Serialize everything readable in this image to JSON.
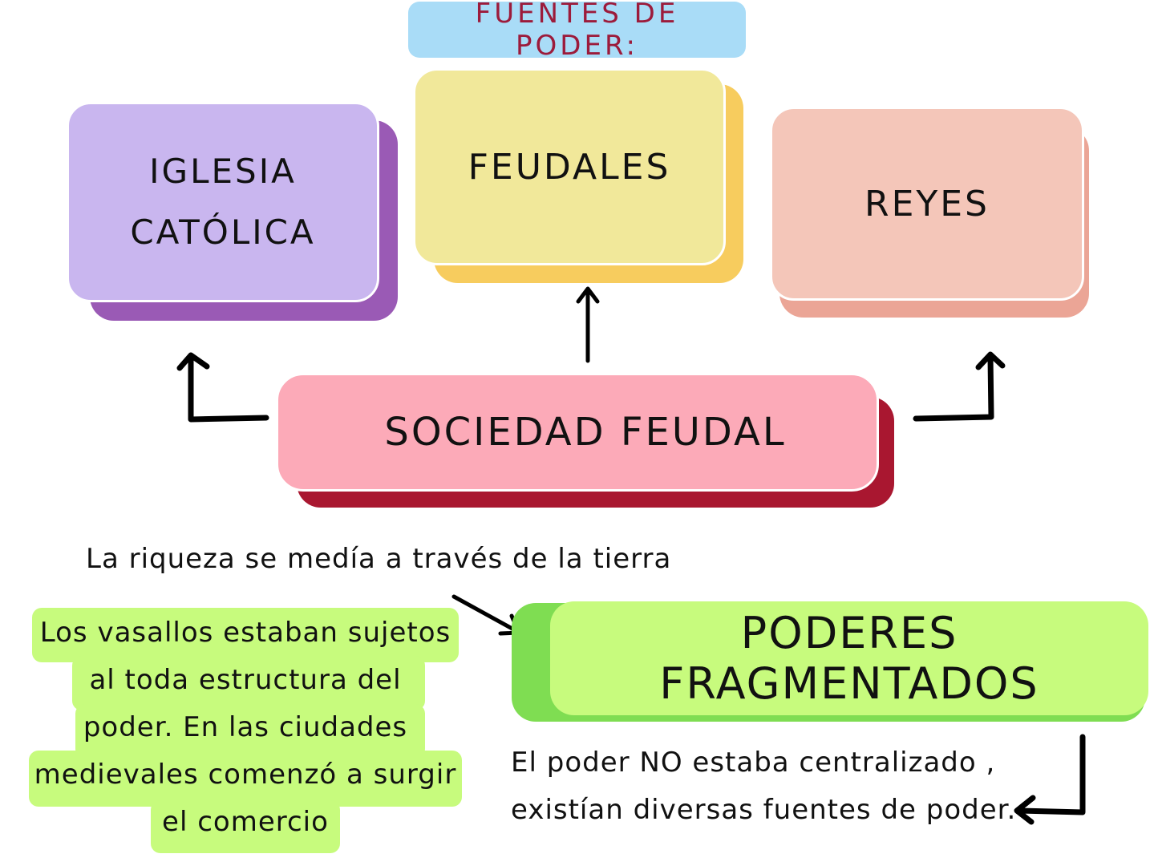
{
  "title": "FUENTES DE PODER:",
  "sources": {
    "iglesia": [
      "IGLESIA",
      "CATÓLICA"
    ],
    "feudales": "FEUDALES",
    "reyes": "REYES"
  },
  "center": "SOCIEDAD FEUDAL",
  "riqueza": "La riqueza se medía a través de la tierra",
  "vasallos": [
    "Los vasallos estaban sujetos",
    "al toda estructura del",
    "poder. En las ciudades",
    "medievales comenzó a surgir",
    "el comercio"
  ],
  "poderes": "PODERES FRAGMENTADOS",
  "centralizado": [
    "El poder NO estaba centralizado ,",
    "existían diversas fuentes de poder."
  ],
  "colors": {
    "title_bg": "#a9dcf7",
    "title_text": "#9c1b3b",
    "iglesia": "#c9b6ef",
    "feudales": "#f1e89a",
    "reyes": "#f4c6b9",
    "sociedad": "#fcaab8",
    "poderes": "#c7fb7d"
  }
}
